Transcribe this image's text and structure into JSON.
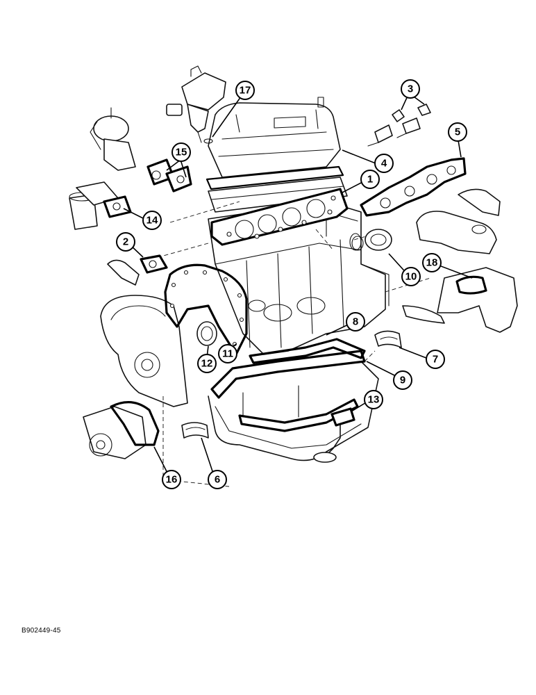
{
  "figure_code": "B902449-45",
  "callouts": {
    "c1": "1",
    "c2": "2",
    "c3": "3",
    "c4": "4",
    "c5": "5",
    "c6": "6",
    "c7": "7",
    "c8": "8",
    "c9": "9",
    "c10": "10",
    "c11": "11",
    "c12": "12",
    "c13": "13",
    "c14": "14",
    "c15": "15",
    "c16": "16",
    "c17": "17",
    "c18": "18"
  }
}
